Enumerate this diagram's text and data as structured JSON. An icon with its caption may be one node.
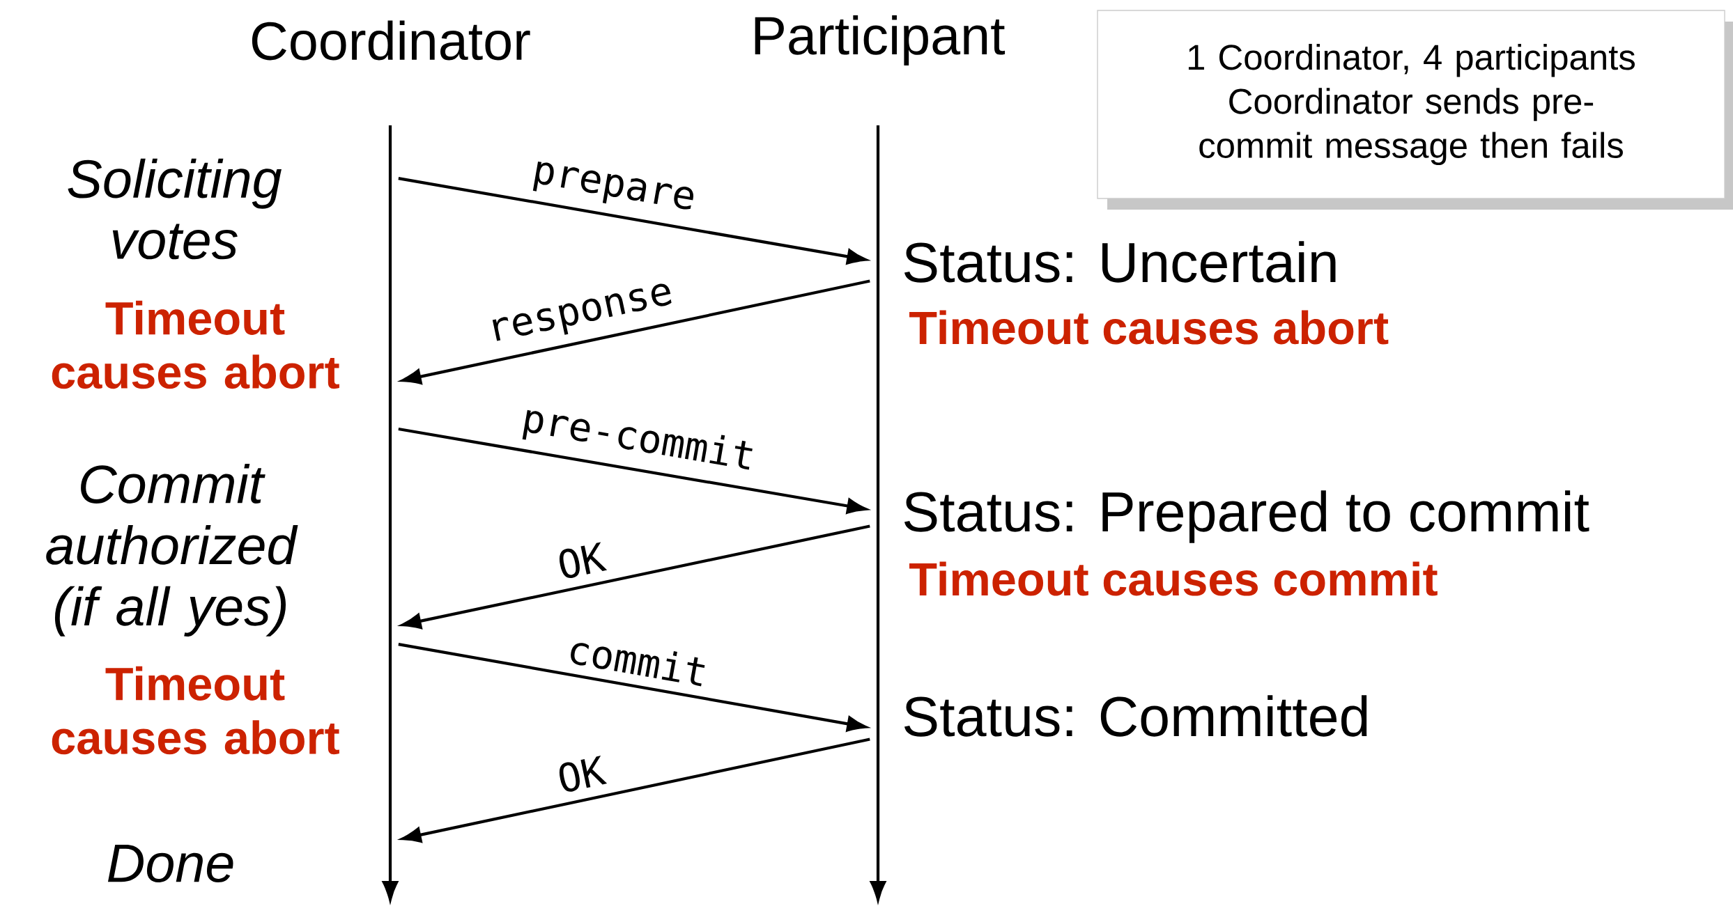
{
  "diagram": {
    "nodes": [
      {
        "text": [],
        "shape": "line",
        "beside": [
          "Coordinator"
        ]
      },
      {
        "text": [],
        "shape": "line",
        "beside": [
          "Participant"
        ]
      },
      {
        "text": [
          "1 Coordinator, 4 participants",
          "Coordinator sends pre-commit message then fails"
        ]
      }
    ],
    "edges": [
      {
        "from": 0,
        "to": 1,
        "arrow": "to",
        "label": "prepare"
      },
      {
        "from": 1,
        "to": 0,
        "arrow": "to",
        "label": "response"
      },
      {
        "from": 0,
        "to": 1,
        "arrow": "to",
        "label": "pre-commit"
      },
      {
        "from": 1,
        "to": 0,
        "arrow": "to",
        "label": "OK"
      },
      {
        "from": 0,
        "to": 1,
        "arrow": "to",
        "label": "commit"
      },
      {
        "from": 1,
        "to": 0,
        "arrow": "to",
        "label": "OK"
      }
    ],
    "labels": [
      "Soliciting votes",
      "Timeout causes abort",
      "Status: Uncertain",
      "Timeout causes abort",
      "Commit authorized (if all yes)",
      "Status: Prepared to commit",
      "Timeout causes commit",
      "Timeout causes abort",
      "Status: Committed",
      "Done"
    ]
  }
}
